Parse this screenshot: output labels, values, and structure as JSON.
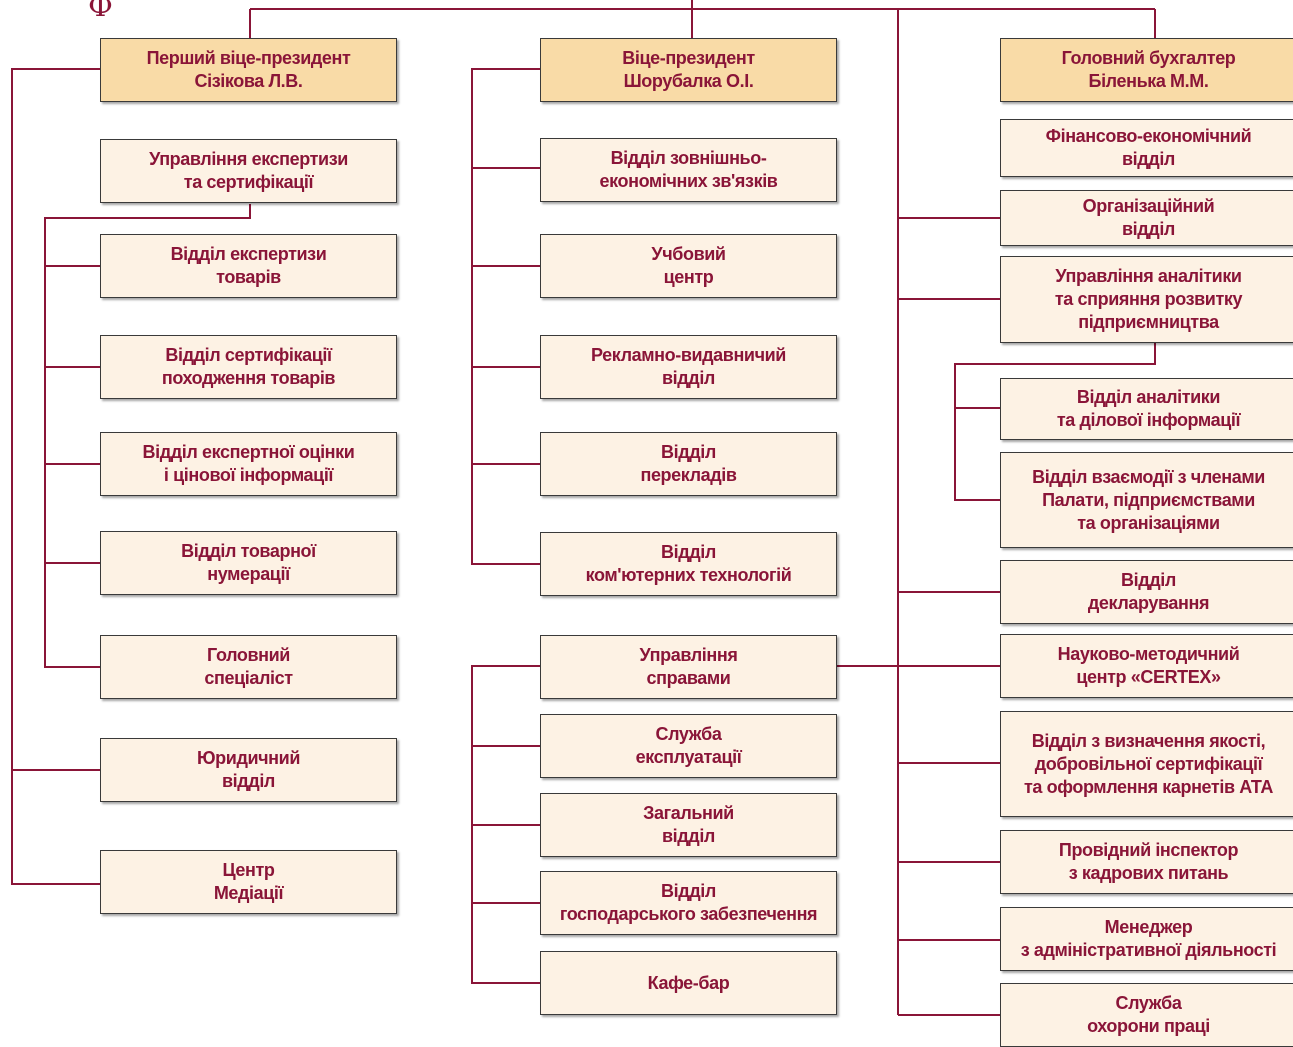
{
  "logo": "Ф",
  "colors": {
    "line": "#8a1538",
    "text": "#8a1538",
    "box_fill": "#fdf2e4",
    "head_fill": "#f9dba7"
  },
  "heads": {
    "first_vp": {
      "line1": "Перший віце-президент",
      "line2": "Сізікова Л.В."
    },
    "vp": {
      "line1": "Віце-президент",
      "line2": "Шорубалка О.І."
    },
    "chief_accountant": {
      "line1": "Головний бухгалтер",
      "line2": "Біленька М.М."
    }
  },
  "left": {
    "expertise_dept": {
      "line1": "Управління експертизи",
      "line2": "та сертифікації"
    },
    "goods_expertise": {
      "line1": "Відділ експертизи",
      "line2": "товарів"
    },
    "origin_cert": {
      "line1": "Відділ сертифікації",
      "line2": "походження товарів"
    },
    "expert_valuation": {
      "line1": "Відділ експертної оцінки",
      "line2": "і цінової інформації"
    },
    "goods_numbering": {
      "line1": "Відділ товарної",
      "line2": "нумерації"
    },
    "chief_specialist": {
      "line1": "Головний",
      "line2": "спеціаліст"
    },
    "legal": {
      "line1": "Юридичний",
      "line2": "відділ"
    },
    "mediation": {
      "line1": "Центр",
      "line2": "Медіації"
    }
  },
  "middle": {
    "foreign_econ": {
      "line1": "Відділ зовнішньо-",
      "line2": "економічних зв'язків"
    },
    "training": {
      "line1": "Учбовий",
      "line2": "центр"
    },
    "advertising": {
      "line1": "Рекламно-видавничий",
      "line2": "відділ"
    },
    "translations": {
      "line1": "Відділ",
      "line2": "перекладів"
    },
    "computer": {
      "line1": "Відділ",
      "line2": "ком'ютерних технологій"
    },
    "affairs": {
      "line1": "Управління",
      "line2": "справами"
    },
    "maintenance": {
      "line1": "Служба",
      "line2": "експлуатації"
    },
    "general": {
      "line1": "Загальний",
      "line2": "відділ"
    },
    "supply": {
      "line1": "Відділ",
      "line2": "господарського забезпечення"
    },
    "cafe": {
      "line1": "Кафе-бар"
    }
  },
  "right": {
    "financial": {
      "line1": "Фінансово-економічний",
      "line2": "відділ"
    },
    "organizational": {
      "line1": "Організаційний",
      "line2": "відділ"
    },
    "analytics_dept": {
      "line1": "Управління аналітики",
      "line2": "та сприяння розвитку",
      "line3": "підприємництва"
    },
    "analytics_info": {
      "line1": "Відділ аналітики",
      "line2": "та ділової інформації"
    },
    "members": {
      "line1": "Відділ взаємодії з членами",
      "line2": "Палати, підприємствами",
      "line3": "та організаціями"
    },
    "declaration": {
      "line1": "Відділ",
      "line2": "декларування"
    },
    "certex": {
      "line1": "Науково-методичний",
      "line2": "центр «CERTEX»"
    },
    "quality": {
      "line1": "Відділ з визначення якості,",
      "line2": "добровільної сертифікації",
      "line3": "та оформлення карнетів АТА"
    },
    "hr_inspector": {
      "line1": "Провідний інспектор",
      "line2": "з кадрових питань"
    },
    "admin_manager": {
      "line1": "Менеджер",
      "line2": "з адміністративної діяльності"
    },
    "labor_safety": {
      "line1": "Служба",
      "line2": "охорони праці"
    }
  }
}
